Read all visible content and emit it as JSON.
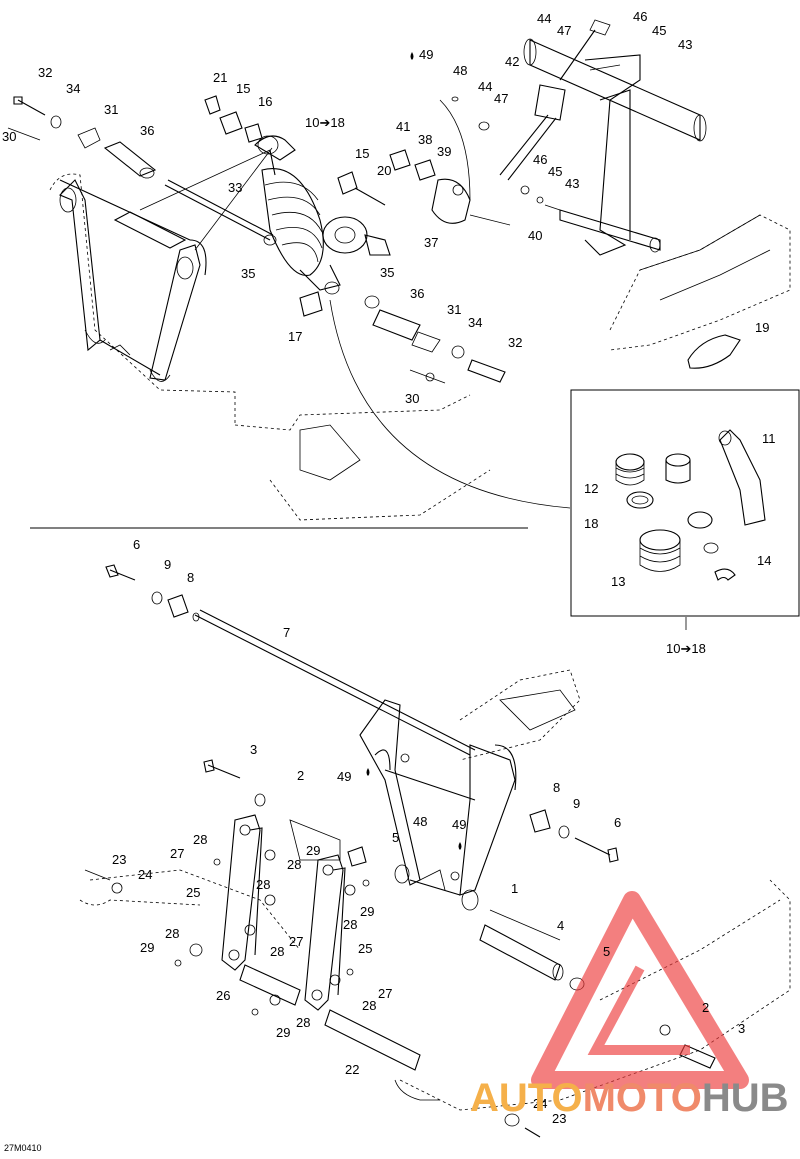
{
  "diagram": {
    "drawing_code": "27M0410",
    "detail_range_top": "10➔18",
    "detail_range_bottom": "10➔18",
    "labels_top": [
      "44",
      "46",
      "47",
      "45",
      "43",
      "49",
      "48",
      "42",
      "44",
      "47",
      "32",
      "21",
      "15",
      "16",
      "34",
      "31",
      "36",
      "10➔18",
      "41",
      "38",
      "39",
      "15",
      "20",
      "46",
      "45",
      "43",
      "30",
      "33",
      "35",
      "37",
      "40",
      "35",
      "36",
      "17",
      "31",
      "34",
      "32",
      "19",
      "30"
    ],
    "labels_detail": [
      "11",
      "12",
      "18",
      "13",
      "14"
    ],
    "labels_bottom": [
      "6",
      "9",
      "8",
      "7",
      "3",
      "2",
      "49",
      "5",
      "48",
      "49",
      "8",
      "9",
      "6",
      "1",
      "28",
      "27",
      "28",
      "29",
      "23",
      "24",
      "25",
      "28",
      "29",
      "28",
      "27",
      "28",
      "25",
      "29",
      "4",
      "28",
      "26",
      "27",
      "28",
      "29",
      "28",
      "5",
      "2",
      "3",
      "22",
      "24",
      "23"
    ]
  },
  "watermark": {
    "text_part1": "AUTO",
    "text_part2": "MOTO",
    "text_part3": "HUB",
    "color_yellow": "#f5b04a",
    "color_salmon": "#f08a6a",
    "color_gray": "#8a8a8a",
    "logo_color": "#ee3b3b"
  }
}
